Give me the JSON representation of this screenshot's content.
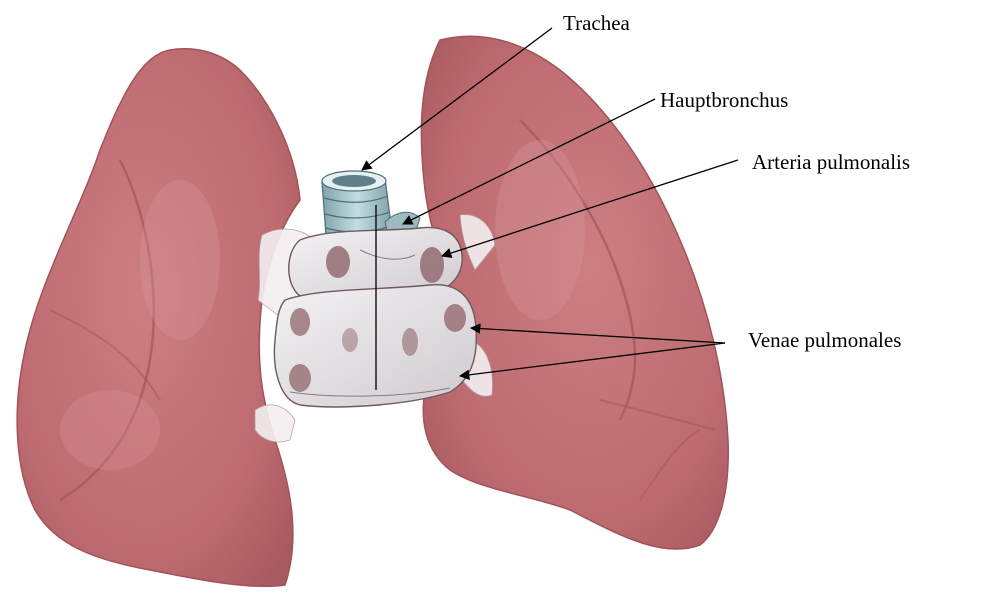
{
  "labels": {
    "trachea": "Trachea",
    "hauptbronchus": "Hauptbronchus",
    "arteria": "Arteria pulmonalis",
    "venae": "Venae pulmonales"
  },
  "colors": {
    "lung_fill": "#c07074",
    "lung_shadow": "#a4545a",
    "lung_highlight": "#d89094",
    "trachea_fill": "#a9c6cc",
    "vessel_fill": "#e6e4e6",
    "vessel_shadow": "#8a5c62",
    "leader_line": "#000000"
  }
}
